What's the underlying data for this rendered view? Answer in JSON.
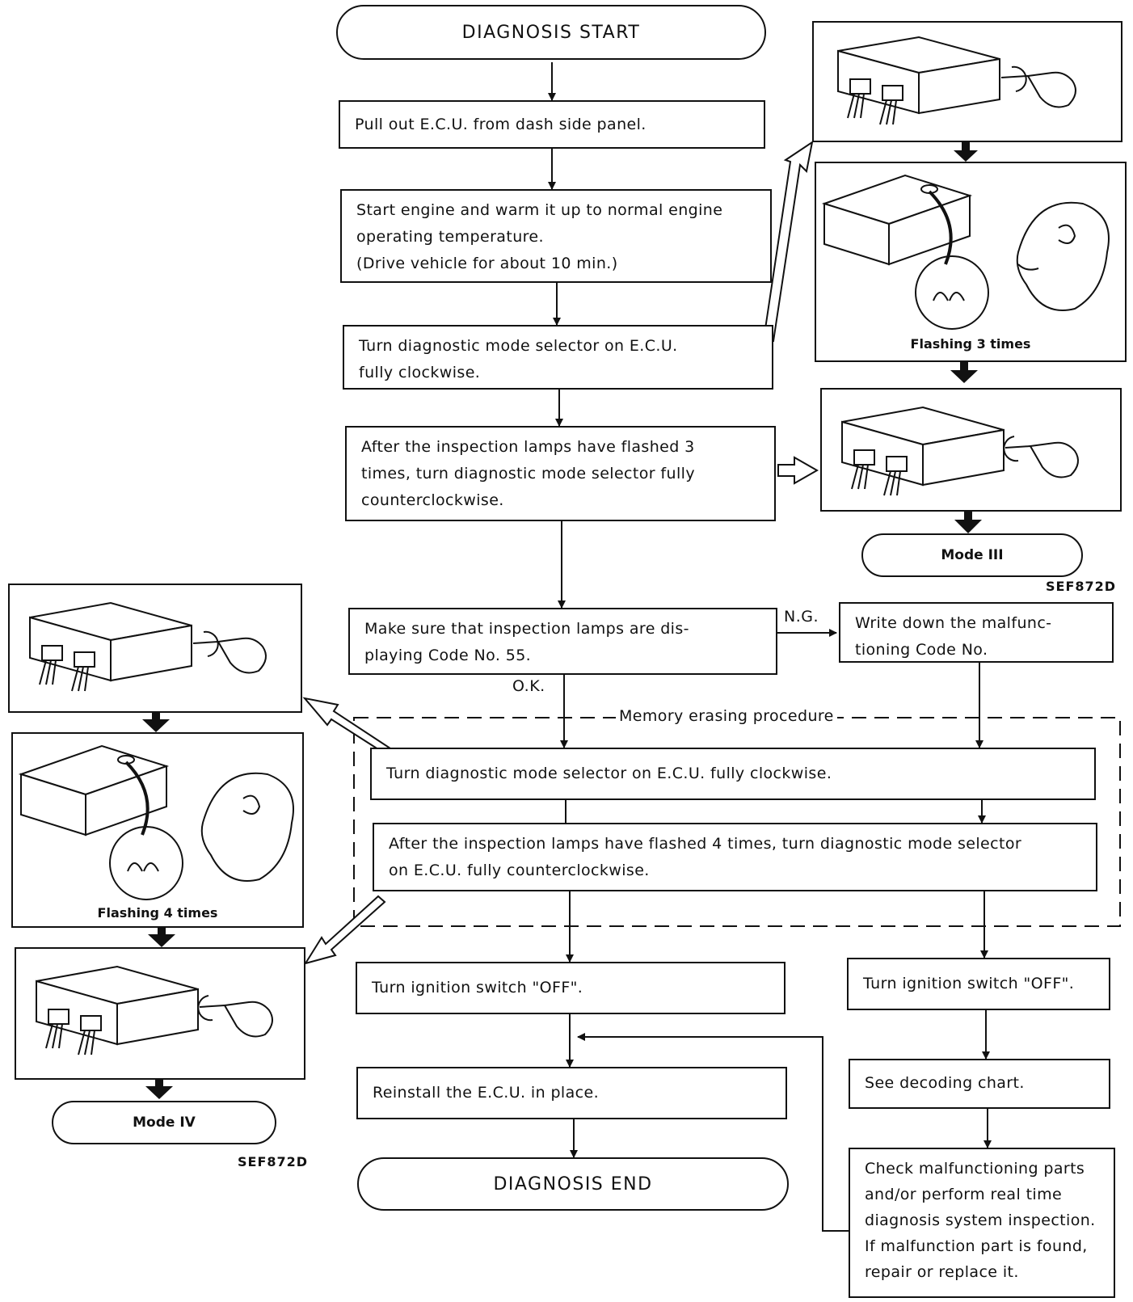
{
  "flow": {
    "start": "DIAGNOSIS START",
    "step1": "Pull out E.C.U. from dash side panel.",
    "step2": "Start engine and warm it up to normal engine\noperating temperature.\n(Drive vehicle for about 10 min.)",
    "step3": "Turn diagnostic mode selector on E.C.U.\nfully clockwise.",
    "step4": "After the inspection lamps have flashed 3\ntimes, turn diagnostic mode selector fully\ncounterclockwise.",
    "step5": "Make sure that inspection lamps are dis-\nplaying Code No. 55.",
    "ng_label": "N.G.",
    "ok_label": "O.K.",
    "write_code": "Write down the malfunc-\ntioning Code No.",
    "memory_label": "Memory erasing procedure",
    "erase1": "Turn diagnostic mode selector on E.C.U. fully clockwise.",
    "erase2": "After the inspection lamps have flashed 4 times, turn diagnostic mode selector\non E.C.U. fully counterclockwise.",
    "ignition_off_left": "Turn ignition switch \"OFF\".",
    "ignition_off_right": "Turn ignition switch \"OFF\".",
    "reinstall": "Reinstall the E.C.U. in place.",
    "end": "DIAGNOSIS END",
    "decoding": "See decoding chart.",
    "check": "Check malfunctioning parts\nand/or perform real time\ndiagnosis system inspection.\nIf malfunction part is found,\nrepair or replace it."
  },
  "illustrations": {
    "right": {
      "flash_caption": "Flashing 3 times",
      "mode": "Mode III",
      "code": "SEF872D"
    },
    "left": {
      "flash_caption": "Flashing 4 times",
      "mode": "Mode IV",
      "code": "SEF872D"
    }
  }
}
